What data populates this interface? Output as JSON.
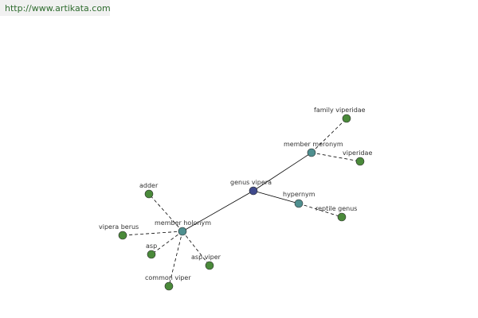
{
  "site_link": "http://www.artikata.com",
  "colors": {
    "root": "#3f4a8c",
    "relation": "#4f8f8f",
    "leaf": "#4a8a3a",
    "edge": "#000000",
    "link": "#2e6b2e"
  },
  "nodes": [
    {
      "id": "genus-vipera",
      "label": "genus vipera",
      "kind": "root"
    },
    {
      "id": "member-meronym",
      "label": "member meronym",
      "kind": "relation"
    },
    {
      "id": "hypernym",
      "label": "hypernym",
      "kind": "relation"
    },
    {
      "id": "member-holonym",
      "label": "member holonym",
      "kind": "relation"
    },
    {
      "id": "family-viperidae",
      "label": "family viperidae",
      "kind": "leaf"
    },
    {
      "id": "viperidae",
      "label": "viperidae",
      "kind": "leaf"
    },
    {
      "id": "reptile-genus",
      "label": "reptile genus",
      "kind": "leaf"
    },
    {
      "id": "adder",
      "label": "adder",
      "kind": "leaf"
    },
    {
      "id": "vipera-berus",
      "label": "vipera berus",
      "kind": "leaf"
    },
    {
      "id": "asp",
      "label": "asp",
      "kind": "leaf"
    },
    {
      "id": "asp-viper",
      "label": "asp viper",
      "kind": "leaf"
    },
    {
      "id": "common-viper",
      "label": "common viper",
      "kind": "leaf"
    }
  ],
  "edges": [
    {
      "from": "genus-vipera",
      "to": "member-meronym",
      "style": "solid"
    },
    {
      "from": "genus-vipera",
      "to": "hypernym",
      "style": "solid"
    },
    {
      "from": "genus-vipera",
      "to": "member-holonym",
      "style": "solid"
    },
    {
      "from": "member-meronym",
      "to": "family-viperidae",
      "style": "dashed"
    },
    {
      "from": "member-meronym",
      "to": "viperidae",
      "style": "dashed"
    },
    {
      "from": "hypernym",
      "to": "reptile-genus",
      "style": "dashed"
    },
    {
      "from": "member-holonym",
      "to": "adder",
      "style": "dashed"
    },
    {
      "from": "member-holonym",
      "to": "vipera-berus",
      "style": "dashed"
    },
    {
      "from": "member-holonym",
      "to": "asp",
      "style": "dashed"
    },
    {
      "from": "member-holonym",
      "to": "asp-viper",
      "style": "dashed"
    },
    {
      "from": "member-holonym",
      "to": "common-viper",
      "style": "dashed"
    }
  ]
}
